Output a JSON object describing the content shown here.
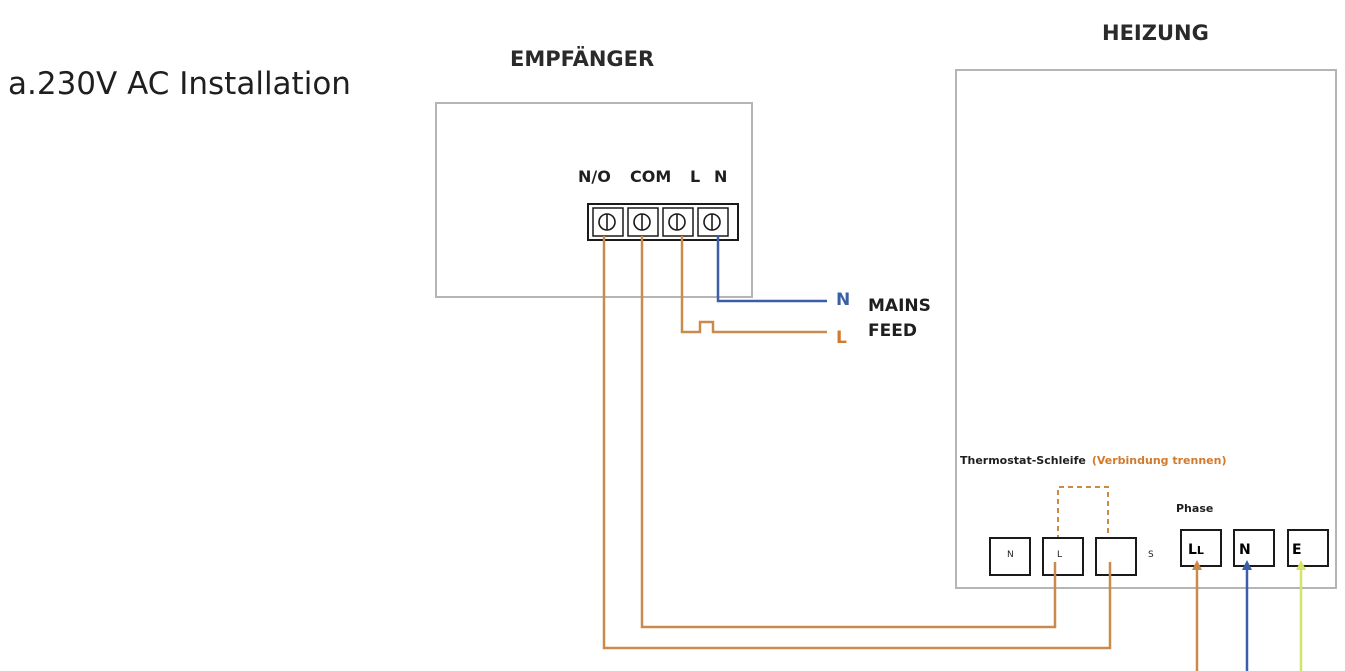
{
  "title": "a.230V AC Installation",
  "receiver": {
    "heading": "EMPFÄNGER",
    "terminals": [
      "N/O",
      "COM",
      "L",
      "N"
    ]
  },
  "mains": {
    "n_letter": "N",
    "l_letter": "L",
    "line1": "MAINS",
    "line2": "FEED"
  },
  "heating": {
    "heading": "HEIZUNG",
    "loop_label": "Thermostat-Schleife",
    "loop_note": "(Verbindung trennen)",
    "phase_label": "Phase",
    "left_terminals": [
      "N",
      "L"
    ],
    "s_label": "S",
    "right_terminals": [
      "L",
      "L",
      "N",
      "E"
    ]
  },
  "colors": {
    "brown": "#c98a4b",
    "blue": "#3a5ea8",
    "yellow_green": "#d6e36a",
    "orange_text": "#d17a2e",
    "box_border": "#b5b5b5"
  }
}
